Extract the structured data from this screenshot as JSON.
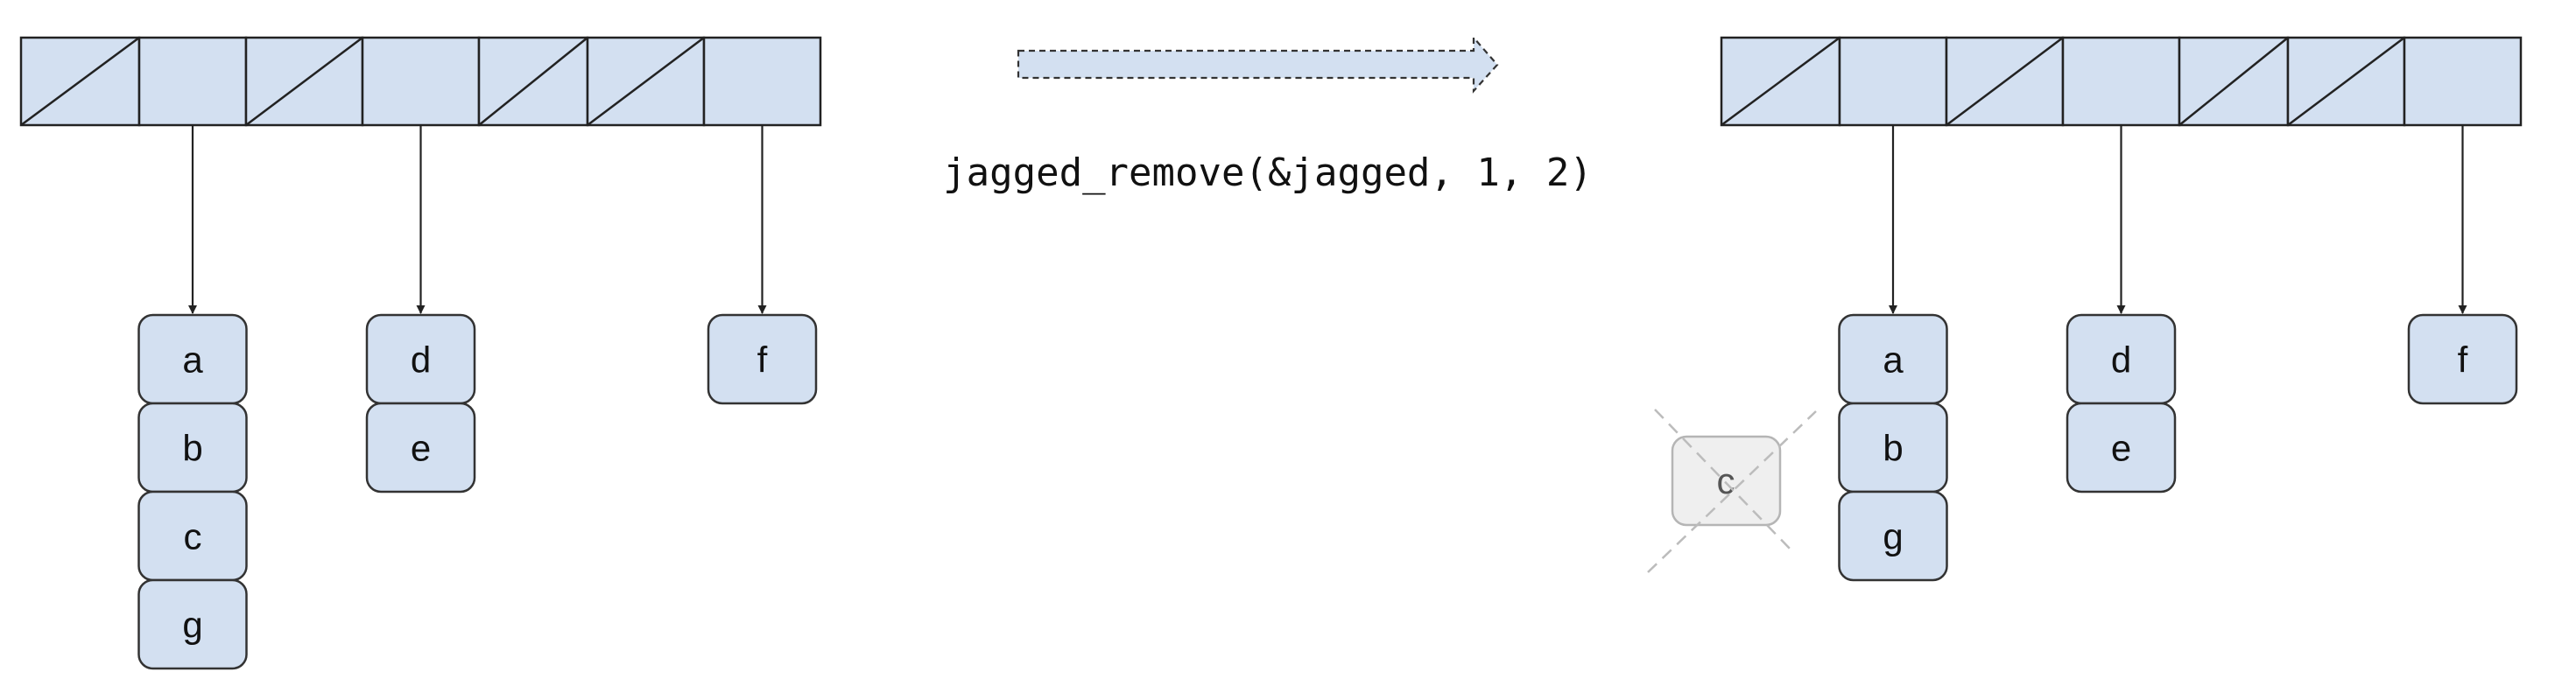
{
  "operation": {
    "call": "jagged_remove(&jagged, 1, 2)"
  },
  "before": {
    "slots": [
      {
        "empty": true
      },
      {
        "empty": false,
        "items": [
          "a",
          "b",
          "c",
          "g"
        ]
      },
      {
        "empty": true
      },
      {
        "empty": false,
        "items": [
          "d",
          "e"
        ]
      },
      {
        "empty": true
      },
      {
        "empty": true
      },
      {
        "empty": false,
        "items": [
          "f"
        ]
      }
    ]
  },
  "after": {
    "slots": [
      {
        "empty": true
      },
      {
        "empty": false,
        "items": [
          "a",
          "b",
          "g"
        ]
      },
      {
        "empty": true
      },
      {
        "empty": false,
        "items": [
          "d",
          "e"
        ]
      },
      {
        "empty": true
      },
      {
        "empty": true
      },
      {
        "empty": false,
        "items": [
          "f"
        ]
      }
    ],
    "removed": "c"
  },
  "colors": {
    "fill": "#d3e0f1",
    "stroke": "#222222",
    "removed_fill": "#efefef",
    "removed_stroke": "#b5b5b5"
  }
}
